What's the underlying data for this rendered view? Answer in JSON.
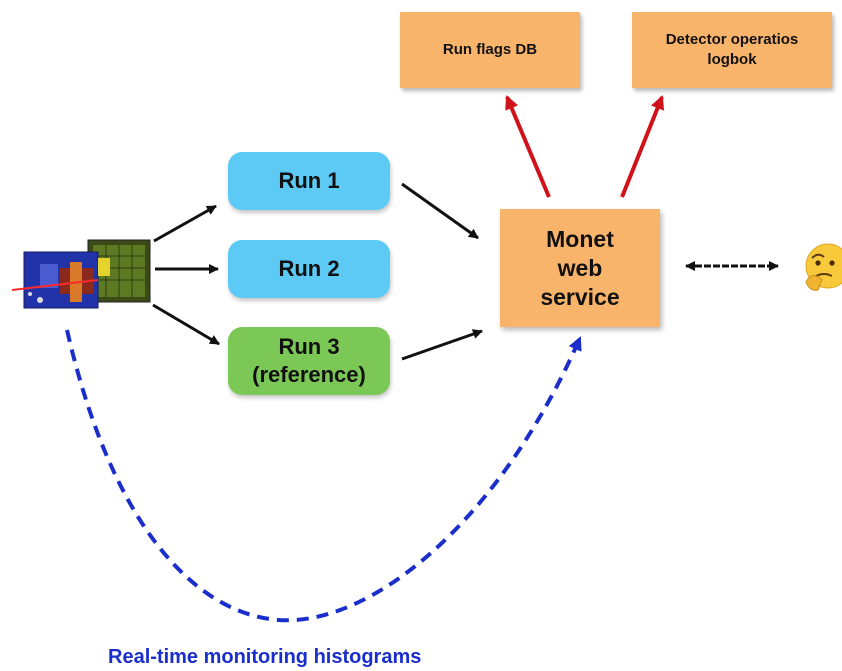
{
  "boxes": {
    "run_flags_db": "Run flags DB",
    "detector_logbook": "Detector operatios\nlogbok",
    "run1": "Run 1",
    "run2": "Run 2",
    "run3": "Run 3\n(reference)",
    "monet": "Monet\nweb\nservice"
  },
  "caption": "Real-time monitoring histograms",
  "icons": {
    "detector": "detector-image-icon",
    "thinking": "thinking-face-emoji-icon"
  },
  "colors": {
    "orange_box": "#f9b46c",
    "blue_run": "#5ccaf5",
    "green_run": "#7cc856",
    "red_arrow": "#d0121b",
    "black_arrow": "#111111",
    "blue_dashed": "#1a2ecc"
  }
}
